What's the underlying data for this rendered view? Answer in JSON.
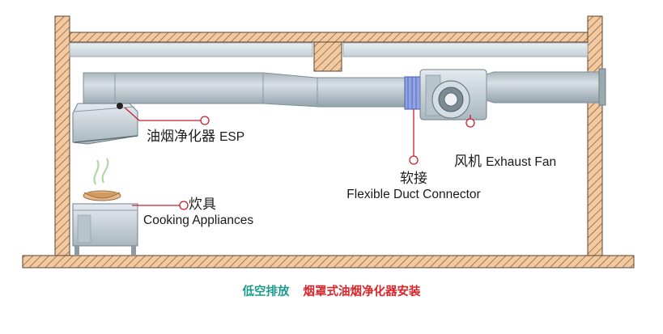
{
  "labels": {
    "esp_cn": "油烟净化器",
    "esp_en": "ESP",
    "fan_cn": "风机",
    "fan_en": "Exhaust Fan",
    "connector_cn": "软接",
    "connector_en": "Flexible Duct Connector",
    "cooking_cn": "炊具",
    "cooking_en": "Cooking Appliances"
  },
  "caption": {
    "part1": "低空排放",
    "part2": "烟罩式油烟净化器安装",
    "part1_color": "#1a9a8c",
    "part2_color": "#d9262b"
  },
  "colors": {
    "wall_fill": "#f3c9a0",
    "wall_hatch": "#7a5a3c",
    "duct_fill": "#c8d2d8",
    "duct_shade": "#93a2ab",
    "leader": "#c8202c",
    "connector": "#8fa3e6"
  }
}
